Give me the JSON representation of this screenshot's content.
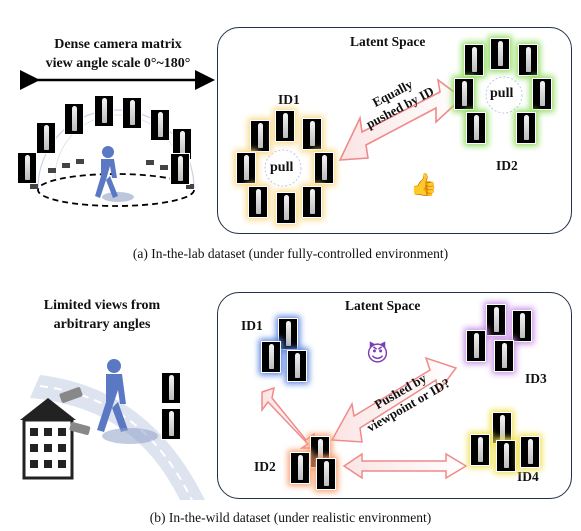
{
  "top": {
    "left_title_line1": "Dense camera matrix",
    "left_title_line2": "view angle scale 0°~180°",
    "latent_title": "Latent Space",
    "id1": "ID1",
    "id2": "ID2",
    "pull_left": "pull",
    "pull_right": "pull",
    "arrow_text_line1": "Equally",
    "arrow_text_line2": "pushed by ID",
    "caption": "(a) In-the-lab dataset (under fully-controlled environment)",
    "thumbs_emoji": "👍",
    "colors": {
      "id1_glow": "#f9d98a",
      "id2_glow": "#8fdc5e"
    }
  },
  "bottom": {
    "left_title_line1": "Limited views from",
    "left_title_line2": "arbitrary angles",
    "latent_title": "Latent Space",
    "id1": "ID1",
    "id2": "ID2",
    "id3": "ID3",
    "id4": "ID4",
    "arrow_text_line1": "Pushed by",
    "arrow_text_line2": "viewpoint or ID?",
    "caption": "(b) In-the-wild dataset (under realistic environment)",
    "devil_emoji": "😈",
    "colors": {
      "id1_glow": "#5b86e0",
      "id2_glow": "#f5a070",
      "id3_glow": "#c991e6",
      "id4_glow": "#f0e25a",
      "arrow": "#f08a8a"
    }
  }
}
